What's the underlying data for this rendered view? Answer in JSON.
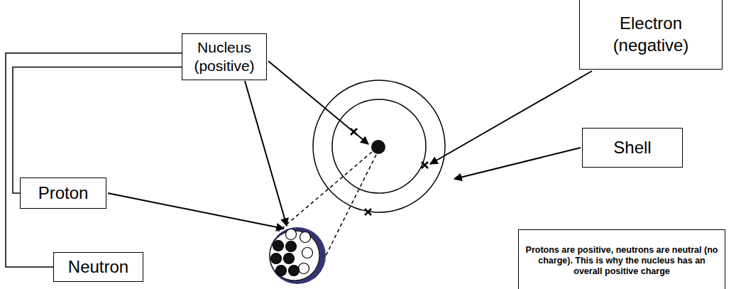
{
  "diagram": {
    "nodes": [
      {
        "text": [
          "Nucleus (positive)"
        ]
      },
      {
        "text": [
          "Electron (negative)"
        ]
      },
      {
        "text": [
          "Shell"
        ]
      },
      {
        "text": [
          "Proton"
        ]
      },
      {
        "text": [
          "Neutron"
        ]
      },
      {
        "text": [
          "Protons are positive, neutrons are neutral (no charge). This is why the nucleus has an overall positive charge"
        ]
      }
    ],
    "edges": [
      {
        "from": 0,
        "to": 3,
        "arrow": "none"
      },
      {
        "from": 0,
        "to": 4,
        "arrow": "none"
      }
    ]
  }
}
